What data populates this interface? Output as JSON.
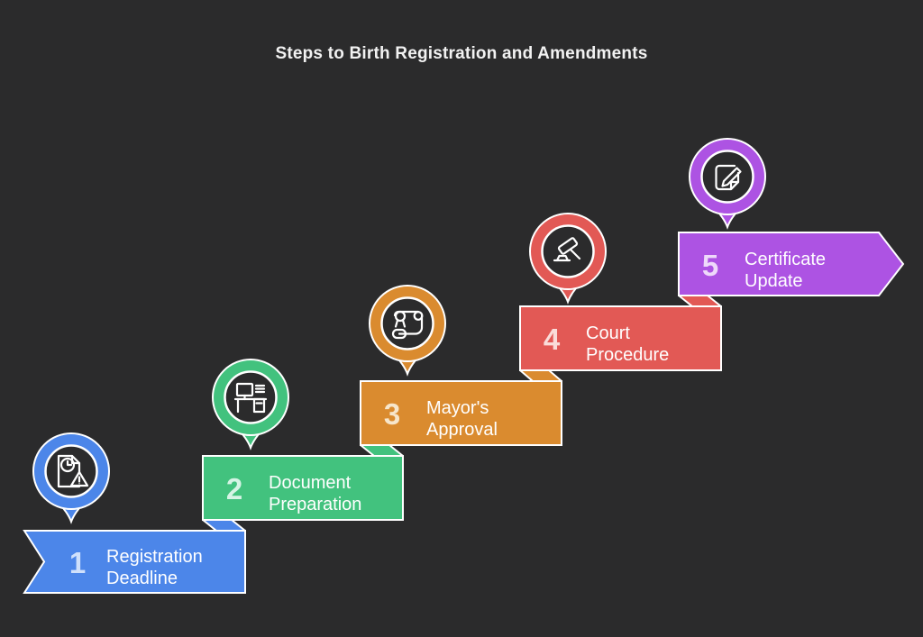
{
  "title": "Steps to Birth Registration and Amendments",
  "background_color": "#2b2b2c",
  "steps": [
    {
      "number": "1",
      "label_line1": "Registration",
      "label_line2": "Deadline",
      "color": "#4c86e9",
      "number_color": "#cfe0fb",
      "icon": "document-warning-icon"
    },
    {
      "number": "2",
      "label_line1": "Document",
      "label_line2": "Preparation",
      "color": "#42c27e",
      "number_color": "#d6f4e5",
      "icon": "desk-computer-icon"
    },
    {
      "number": "3",
      "label_line1": "Mayor's",
      "label_line2": "Approval",
      "color": "#da8b2f",
      "number_color": "#f7e6cb",
      "icon": "certificate-scroll-icon"
    },
    {
      "number": "4",
      "label_line1": "Court",
      "label_line2": "Procedure",
      "color": "#e25955",
      "number_color": "#fadcd9",
      "icon": "gavel-icon"
    },
    {
      "number": "5",
      "label_line1": "Certificate",
      "label_line2": "Update",
      "color": "#ad53e3",
      "number_color": "#eed9fa",
      "icon": "note-pen-icon"
    }
  ]
}
